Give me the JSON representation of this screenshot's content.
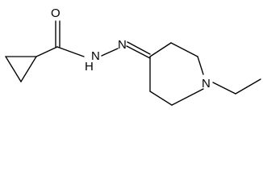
{
  "structure": {
    "atoms": {
      "O": "O",
      "N_hydrazide": "N",
      "H_hydrazide": "H",
      "N_imine": "N",
      "N_ring": "N"
    },
    "colors": {
      "bond": "#000000",
      "label": "#000000",
      "background": "#ffffff"
    }
  }
}
